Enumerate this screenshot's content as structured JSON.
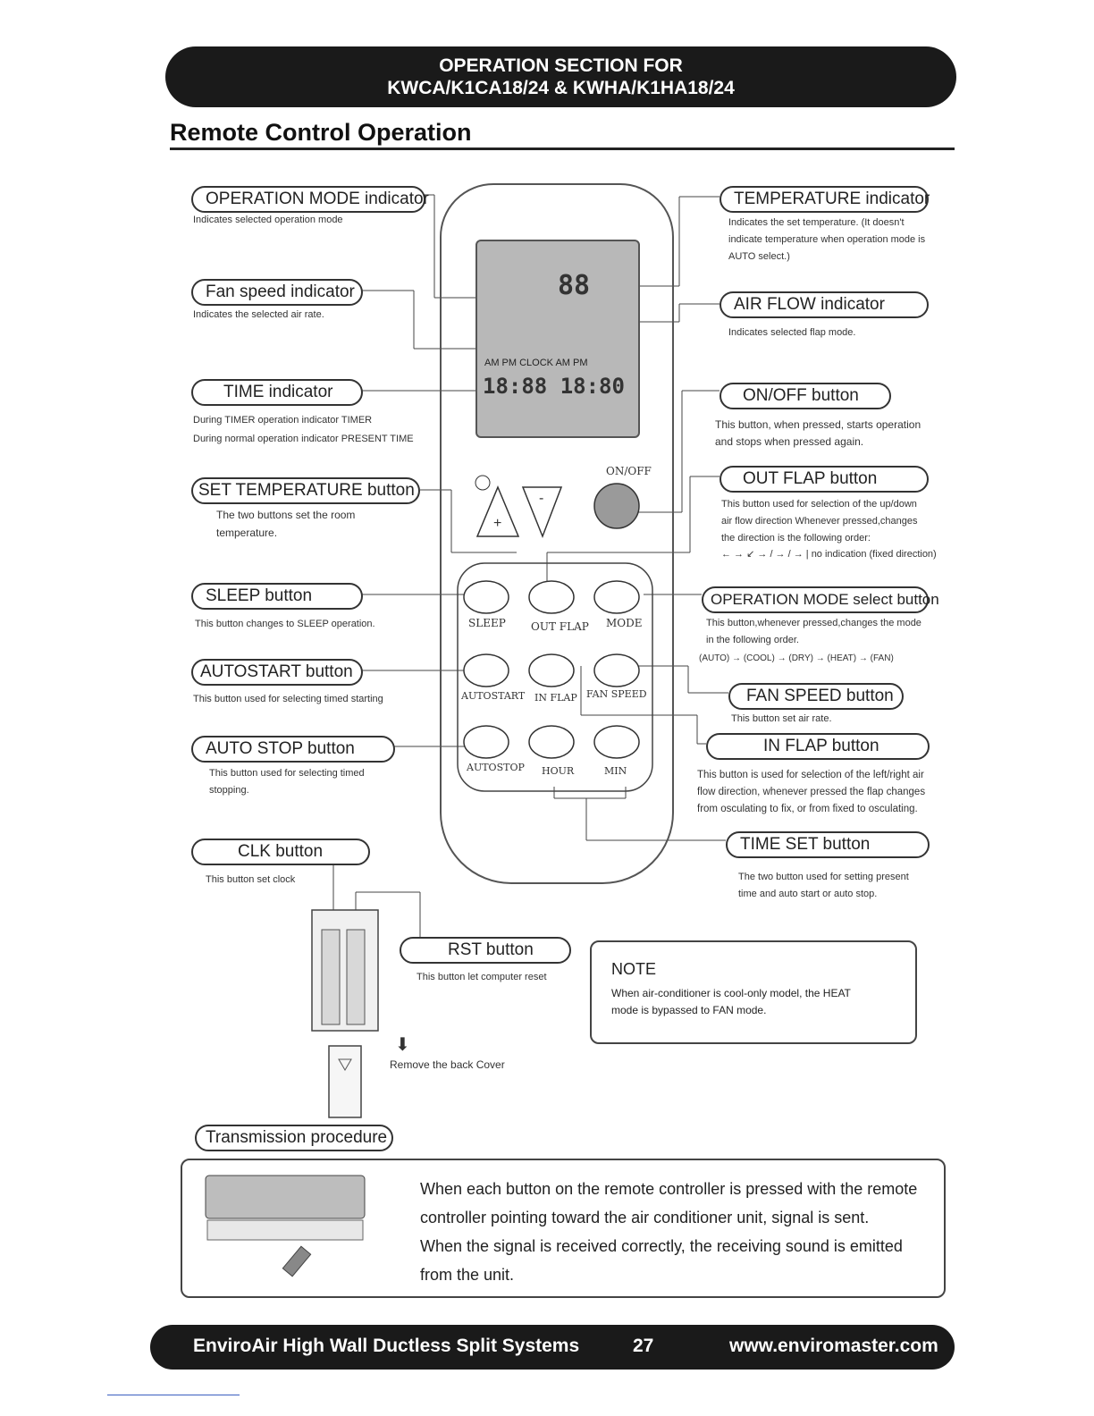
{
  "header": {
    "line1": "OPERATION SECTION FOR",
    "line2": "KWCA/K1CA18/24 & KWHA/K1HA18/24"
  },
  "section_title": "Remote Control Operation",
  "left_callouts": {
    "operation_mode": {
      "label": "OPERATION MODE indicator",
      "desc": "Indicates selected operation mode"
    },
    "fan_speed": {
      "label": "Fan speed indicator",
      "desc": "Indicates the selected air rate."
    },
    "time": {
      "label": "TIME indicator",
      "desc1": "During TIMER operation    indicator TIMER",
      "desc2": "During normal operation    indicator PRESENT TIME"
    },
    "set_temperature": {
      "label": "SET TEMPERATURE button",
      "desc": "The two buttons set the room temperature."
    },
    "sleep": {
      "label": "SLEEP button",
      "desc": "This button changes to SLEEP operation."
    },
    "autostart": {
      "label": "AUTOSTART button",
      "desc": "This button used for selecting timed starting"
    },
    "autostop": {
      "label": "AUTO STOP button",
      "desc": "This button used for selecting timed stopping."
    },
    "clk": {
      "label": "CLK button",
      "desc": "This button set clock"
    },
    "rst": {
      "label": "RST button",
      "desc": "This button let computer reset"
    }
  },
  "right_callouts": {
    "temperature": {
      "label": "TEMPERATURE indicator",
      "desc": "Indicates the set temperature. (It doesn't indicate temperature when operation mode is AUTO select.)"
    },
    "air_flow": {
      "label": "AIR FLOW indicator",
      "desc": "Indicates selected flap mode."
    },
    "on_off": {
      "label": "ON/OFF button",
      "desc": "This button, when pressed, starts operation and stops when pressed again."
    },
    "out_flap": {
      "label": "OUT FLAP button",
      "desc": "This button used for selection of the up/down air flow direction Whenever pressed,changes the direction is the following order:",
      "desc2": "← → ↙ → / → / → | no indication (fixed direction)"
    },
    "op_mode_select": {
      "label": "OPERATION MODE select button",
      "desc": "This button,whenever pressed,changes the mode in the following order.",
      "desc2": "(AUTO) → (COOL) → (DRY) → (HEAT) → (FAN)"
    },
    "fan_speed_btn": {
      "label": "FAN SPEED button",
      "desc": "This button set air rate."
    },
    "in_flap": {
      "label": "IN FLAP button",
      "desc": "This button is used for selection of the left/right air flow direction, whenever pressed the flap changes from osculating to fix, or from fixed to osculating."
    },
    "time_set": {
      "label": "TIME SET button",
      "desc": "The two button used for setting present time and auto start or auto stop."
    }
  },
  "remote": {
    "lcd_temp": "88",
    "lcd_clock_labels": "AM PM CLOCK AM PM",
    "lcd_time": "18:88  18:80",
    "on_off_label": "ON/OFF",
    "buttons": [
      "SLEEP",
      "OUT FLAP",
      "MODE",
      "AUTOSTART",
      "IN FLAP",
      "FAN SPEED",
      "AUTOSTOP",
      "HOUR",
      "MIN"
    ]
  },
  "battery": {
    "remove_cover": "Remove the back Cover"
  },
  "note": {
    "title": "NOTE",
    "text": "When air-conditioner is cool-only model, the HEAT mode is bypassed to FAN mode."
  },
  "transmission": {
    "label": "Transmission procedure",
    "line1": "When each button on the remote controller is pressed with the remote",
    "line2": "controller pointing toward the air conditioner unit, signal is sent.",
    "line3": "When the signal is received correctly, the receiving sound is emitted",
    "line4": "from the unit."
  },
  "footer": {
    "left": "EnviroAir High Wall Ductless Split Systems",
    "page": "27",
    "url": "www.enviromaster.com"
  }
}
